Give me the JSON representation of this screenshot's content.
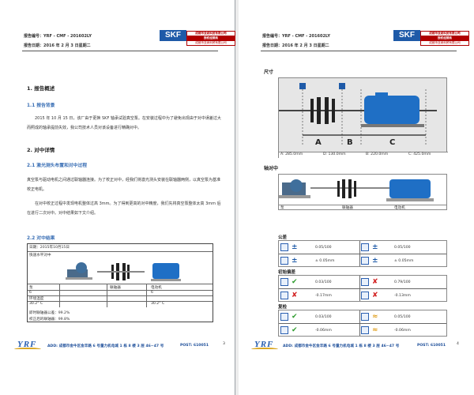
{
  "left_page": {
    "report_no": "报告编号：YRF - CMF - 201602LY",
    "report_date": "报告日期：2016 年 2 月 3 日星期二",
    "company_lines": [
      "成都市亚润科贸有限公司",
      "授权经销商",
      "成都市亚润科贸有限公司"
    ],
    "section1_title": "1.  报告概述",
    "section1_1_title": "1.1  报告背景",
    "section1_1_body": "2015 年 10 月 15 日，该厂由于更换 SKF 轴承试验真空泵。在安装过程中为了避免出现由于对中误差过大而照成的轴承提前失效，我公司技术人员对该设备进行精确对中。",
    "section2_title": "2.  对中详情",
    "section2_1_title": "2.1  激光测头布置和对中过程",
    "section2_1_body1": "真空泵与驱动电机之间通过联轴器连接。为了校正对中，经我们将激光测头安装在联轴器两侧，以真空泵为基准校正电机。",
    "section2_1_body2": "在对中校正过程中发现电机整体过高 3mm。为了得到更高的对中精度，我们先将真空泵整体太高 3mm 后在进行二次对中。对中结果如下文介绍。",
    "section2_2_title": "2.2  对中结果",
    "result_date": "日期：2015年10月15日",
    "result_machine": "快速水平对中",
    "table_labels": [
      "泵",
      "联轴器",
      "电动机"
    ],
    "table_row2": [
      "6",
      "",
      "6"
    ],
    "table_row3_label": "环境温度",
    "table_row3": [
      "30.2° C",
      "30.2° C"
    ],
    "summary1": "即时联轴器公差：99.2%",
    "summary2": "校正后的联轴器：99.8%",
    "page_number": "3"
  },
  "right_page": {
    "report_no": "报告编号：YRF - CMF - 201602LY",
    "report_date": "报告日期：2016 年 2 月 3 日星期二",
    "size_title": "尺寸",
    "dims": [
      "A: 285.0mm",
      "D: 130.0mm",
      "B: 220.0mm",
      "C: 425.0mm"
    ],
    "dim_letters": [
      "A",
      "B",
      "C"
    ],
    "align_title": "轴对中",
    "align_labels": [
      "泵",
      "联轴器",
      "电动机"
    ],
    "groups": [
      {
        "title": "公差",
        "rows": [
          {
            "left": "0.05/100",
            "right": "0.05/100",
            "lmark": "±",
            "rmark": "±"
          },
          {
            "left": "± 0.05mm",
            "right": "± 0.05mm",
            "lmark": "±",
            "rmark": "±"
          }
        ]
      },
      {
        "title": "初始偏差",
        "rows": [
          {
            "left": "0.03/100",
            "right": "0.79/100",
            "lmark": "✔",
            "rmark": "✘"
          },
          {
            "left": "-0.17mm",
            "right": "-0.13mm",
            "lmark": "✘",
            "rmark": "✘"
          }
        ]
      },
      {
        "title": "复检",
        "rows": [
          {
            "left": "0.03/100",
            "right": "0.05/100",
            "lmark": "✔",
            "rmark": "≈"
          },
          {
            "left": "-0.06mm",
            "right": "-0.06mm",
            "lmark": "✔",
            "rmark": "≈"
          }
        ]
      }
    ],
    "page_number": "4"
  },
  "footer": {
    "logo": "YRF",
    "address": "ADD: 成都市金牛区金丰路 6 号量力机电城 1 栋 8 楼 3 层 46~47 号",
    "post": "POST:    610051"
  },
  "colors": {
    "accent": "#1e5aa8",
    "motor": "#1f6fc5",
    "ok": "#2e9c2e",
    "bad": "#d22222",
    "warn": "#e0a020"
  }
}
